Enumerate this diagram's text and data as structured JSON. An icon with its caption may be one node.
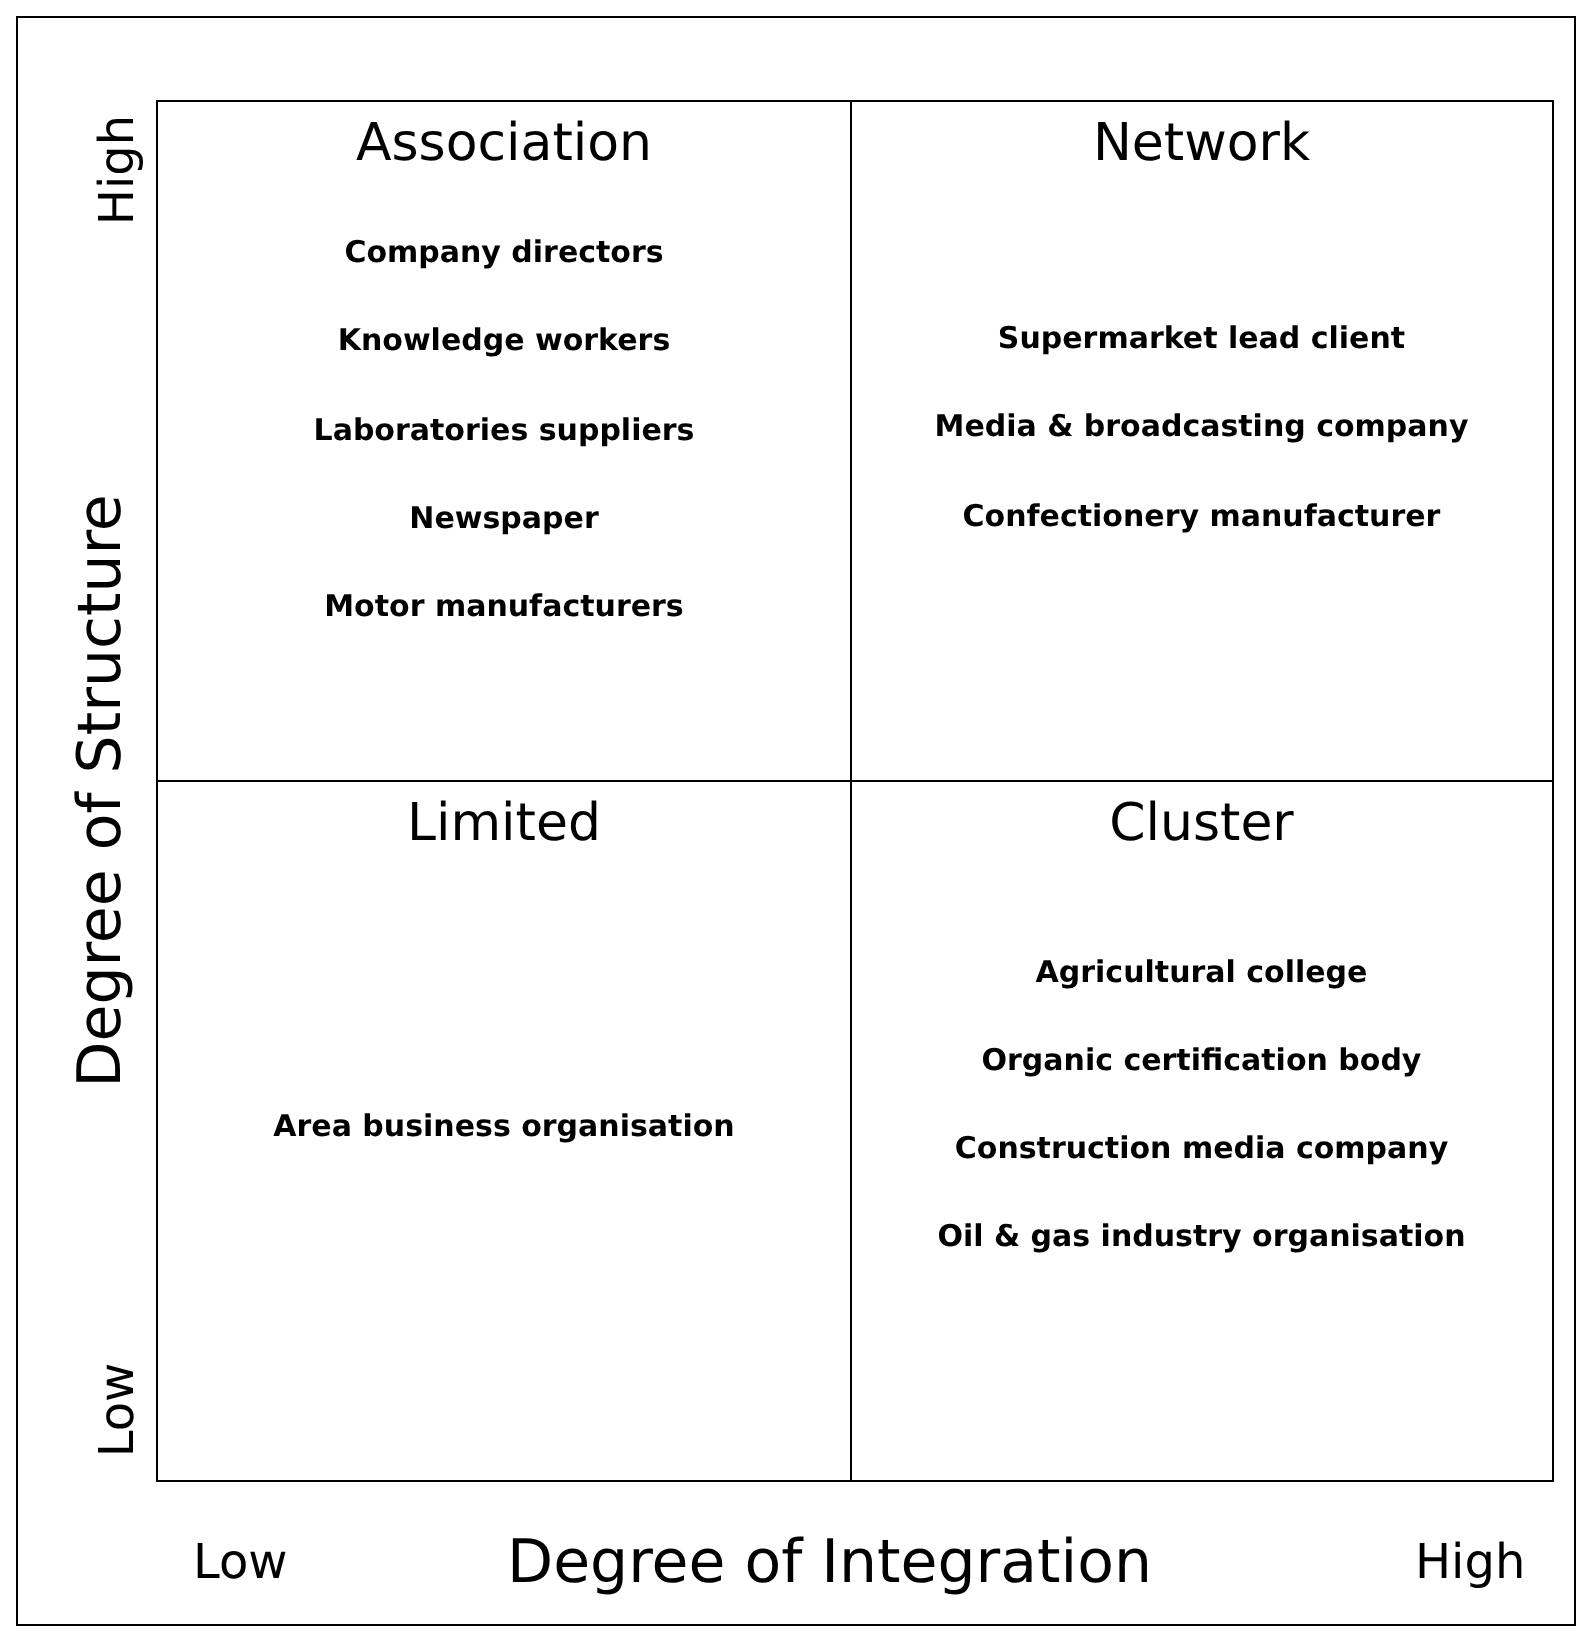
{
  "diagram": {
    "nodes": [
      {
        "text": [
          "Association",
          "Company directors",
          "Knowledge workers",
          "Laboratories suppliers",
          "Newspaper",
          "Motor manufacturers"
        ]
      },
      {
        "text": [
          "Network",
          "Supermarket lead client",
          "Media & broadcasting company",
          "Confectionery manufacturer"
        ]
      },
      {
        "text": [
          "Limited",
          "Area business organisation"
        ]
      },
      {
        "text": [
          "Cluster",
          "Agricultural college",
          "Organic certification body",
          "Construction media company",
          "Oil & gas industry organisation"
        ]
      }
    ],
    "labels": [
      "High",
      "Degree of Structure",
      "Low",
      "Low",
      "Degree of Integration",
      "High"
    ]
  }
}
